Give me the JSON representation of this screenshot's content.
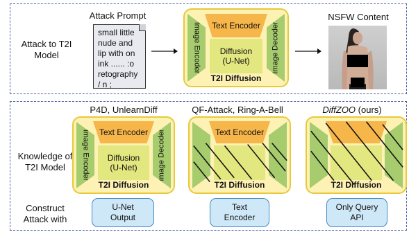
{
  "top": {
    "row_label": "Attack to T2I\nModel",
    "prompt_title": "Attack Prompt",
    "prompt_text": "small little nude and lip with on ink ...... :o retography / n ;",
    "nsfw_title": "NSFW Content",
    "t2i": {
      "text_encoder": "Text Encoder",
      "image_encoder": "Image Encoder",
      "diffusion": "Diffusion\n(U-Net)",
      "image_decoder": "Image Decoder",
      "label": "T2I Diffusion"
    }
  },
  "bottom": {
    "row_knowledge": "Knowledge of\nT2I Model",
    "row_construct": "Construct\nAttack with",
    "columns": [
      {
        "title": "P4D, UnlearnDiff",
        "t2i": {
          "text_encoder": "Text Encoder",
          "image_encoder": "Image Encoder",
          "diffusion": "Diffusion\n(U-Net)",
          "image_decoder": "Image Decoder",
          "label": "T2I Diffusion"
        },
        "button": "U-Net\nOutput"
      },
      {
        "title": "QF-Attack, Ring-A-Bell",
        "t2i": {
          "text_encoder": "Text Encoder",
          "label": "T2I Diffusion"
        },
        "button": "Text\nEncoder"
      },
      {
        "title_italic": "DiffZOO",
        "title_suffix": " (ours)",
        "t2i": {
          "label": "T2I Diffusion"
        },
        "button": "Only Query\nAPI"
      }
    ]
  },
  "colors": {
    "border_dashed": "#4a5fa8",
    "t2i_bg": "#fdf1b3",
    "t2i_border": "#e7c93a",
    "encoder": "#f7b64a",
    "side": "#a6cc6d",
    "core": "#e3e77f",
    "button_bg": "#cfe8f7",
    "button_border": "#3f87c6"
  }
}
